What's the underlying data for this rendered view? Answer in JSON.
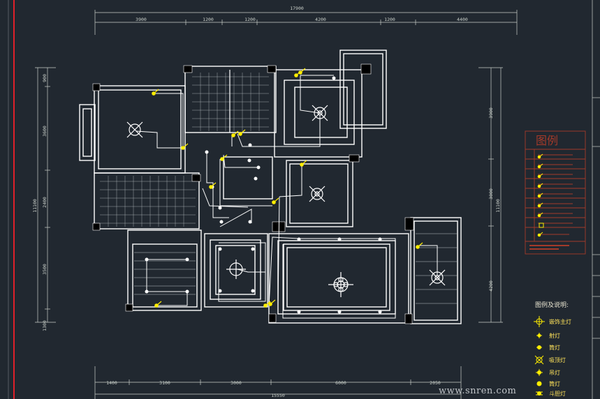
{
  "drawing": {
    "top_dimensions": {
      "total": "17900",
      "segments": [
        "3900",
        "1200",
        "1200",
        "4200",
        "1200",
        "4400"
      ]
    },
    "bottom_dimensions": {
      "total": "15550",
      "segments": [
        "1400",
        "3100",
        "3000",
        "6000",
        "2050"
      ]
    },
    "left_dimensions": {
      "total": "11100",
      "segments": [
        "900",
        "3600",
        "2400",
        "3500",
        "1300"
      ]
    },
    "right_dimensions": {
      "total": "11100",
      "segments": [
        "3900",
        "3000",
        "4200"
      ]
    }
  },
  "stamp_box": {
    "title": "图例"
  },
  "legend": {
    "title": "图例及说明:",
    "items": [
      {
        "icon": "pendant-main-lamp-icon",
        "label": "嵌饰主灯"
      },
      {
        "icon": "spot-light-icon",
        "label": "射灯"
      },
      {
        "icon": "down-light-icon",
        "label": "筒灯"
      },
      {
        "icon": "ceiling-lamp-icon",
        "label": "吸顶灯"
      },
      {
        "icon": "hanging-lamp-icon",
        "label": "吊灯"
      },
      {
        "icon": "down-light-icon",
        "label": "筒灯"
      },
      {
        "icon": "bucket-light-icon",
        "label": "斗胆灯"
      }
    ]
  },
  "watermark": "www.snren.com",
  "colors": {
    "background": "#212830",
    "wall": "#ffffff",
    "wiring": "#ffffff",
    "switch": "#ffee00",
    "dimension": "#c9cfc9",
    "border": "#e0202a",
    "stamp": "#a33a2a"
  }
}
